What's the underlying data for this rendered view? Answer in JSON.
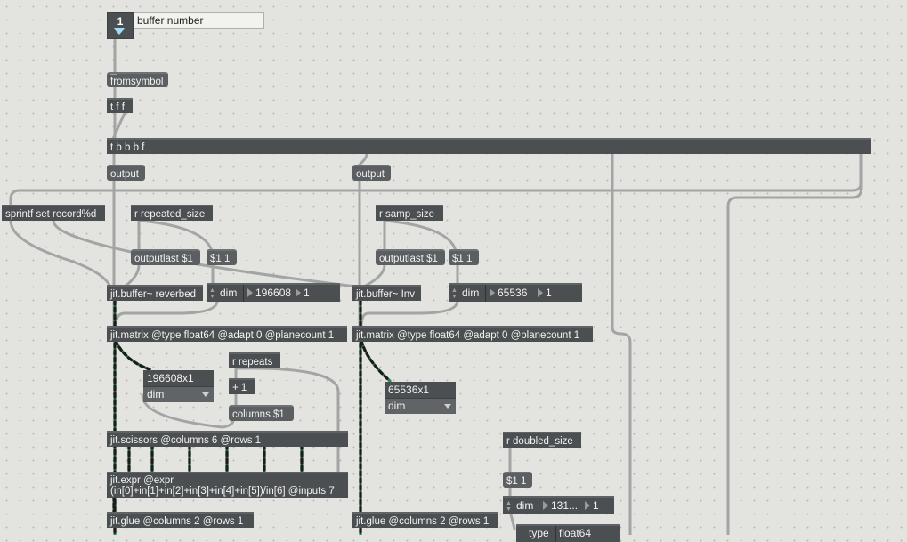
{
  "window": {
    "title": ""
  },
  "number_box": {
    "value": "1"
  },
  "comment_buffer_number": "buffer number",
  "objects": {
    "fromsymbol": "fromsymbol",
    "tff": "t f f",
    "tbbbf": "t b b b f",
    "output_left": "output",
    "output_right": "output",
    "sprintf": "sprintf set record%d",
    "r_repeated_size": "r repeated_size",
    "r_samp_size": "r samp_size",
    "outputlast_left": "outputlast $1",
    "dollar_left": "$1 1",
    "outputlast_right": "outputlast $1",
    "dollar_right": "$1 1",
    "buffer_reverbed": "jit.buffer~ reverbed",
    "buffer_inv": "jit.buffer~ Inv",
    "matrix_left": "jit.matrix @type float64 @adapt 0 @planecount 1",
    "matrix_right": "jit.matrix @type float64 @adapt 0 @planecount 1",
    "r_repeats": "r repeats",
    "plus1": "+ 1",
    "columns": "columns $1",
    "scissors": "jit.scissors @columns 6 @rows 1",
    "expr_line1": "jit.expr @expr",
    "expr_line2": "(in[0]+in[1]+in[2]+in[3]+in[4]+in[5])/in[6] @inputs 7",
    "glue_left": "jit.glue @columns 2 @rows 1",
    "glue_right": "jit.glue @columns 2 @rows 1",
    "r_doubled_size": "r doubled_size",
    "dollar_bottom": "$1 1"
  },
  "attrui": [
    {
      "label": "dim",
      "field1": "196608",
      "field2": "1"
    },
    {
      "label": "dim",
      "field1": "65536",
      "field2": "1"
    },
    {
      "label": "dim",
      "field1": "131...",
      "field2": "1"
    }
  ],
  "matrix_info": [
    {
      "size": "196608x1",
      "menu": "dim"
    },
    {
      "size": "65536x1",
      "menu": "dim"
    }
  ],
  "type_attr": {
    "label": "type",
    "value": "float64"
  },
  "colors": {
    "canvas": "#e3e3df",
    "object": "#4b4f51",
    "patchcord": "#a3a5a5",
    "matrix_cord": "#2f8a4a",
    "numbox_triangle": "#9fdcf2"
  }
}
